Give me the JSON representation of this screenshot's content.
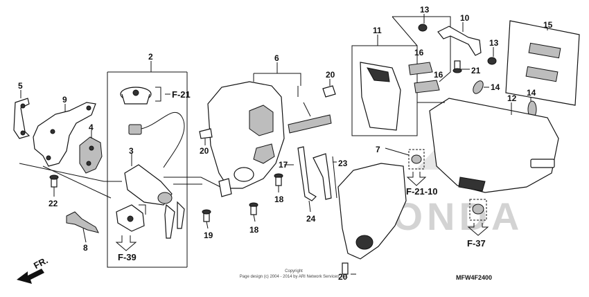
{
  "diagram": {
    "part_numbers": [
      "2",
      "3",
      "4",
      "5",
      "6",
      "7",
      "8",
      "9",
      "10",
      "11",
      "12",
      "13",
      "13",
      "14",
      "14",
      "15",
      "16",
      "16",
      "17",
      "18",
      "18",
      "19",
      "20",
      "20",
      "20",
      "21",
      "22",
      "23",
      "24"
    ],
    "refs": [
      "F-21",
      "F-39",
      "F-21-10",
      "F-37"
    ],
    "direction_label": "FR.",
    "watermark": "HONDA",
    "copyright_line1": "Copyright",
    "copyright_line2": "Page design (c) 2004 - 2014 by ARI Network Services, Inc.",
    "diagram_code": "MFW4F2400"
  }
}
